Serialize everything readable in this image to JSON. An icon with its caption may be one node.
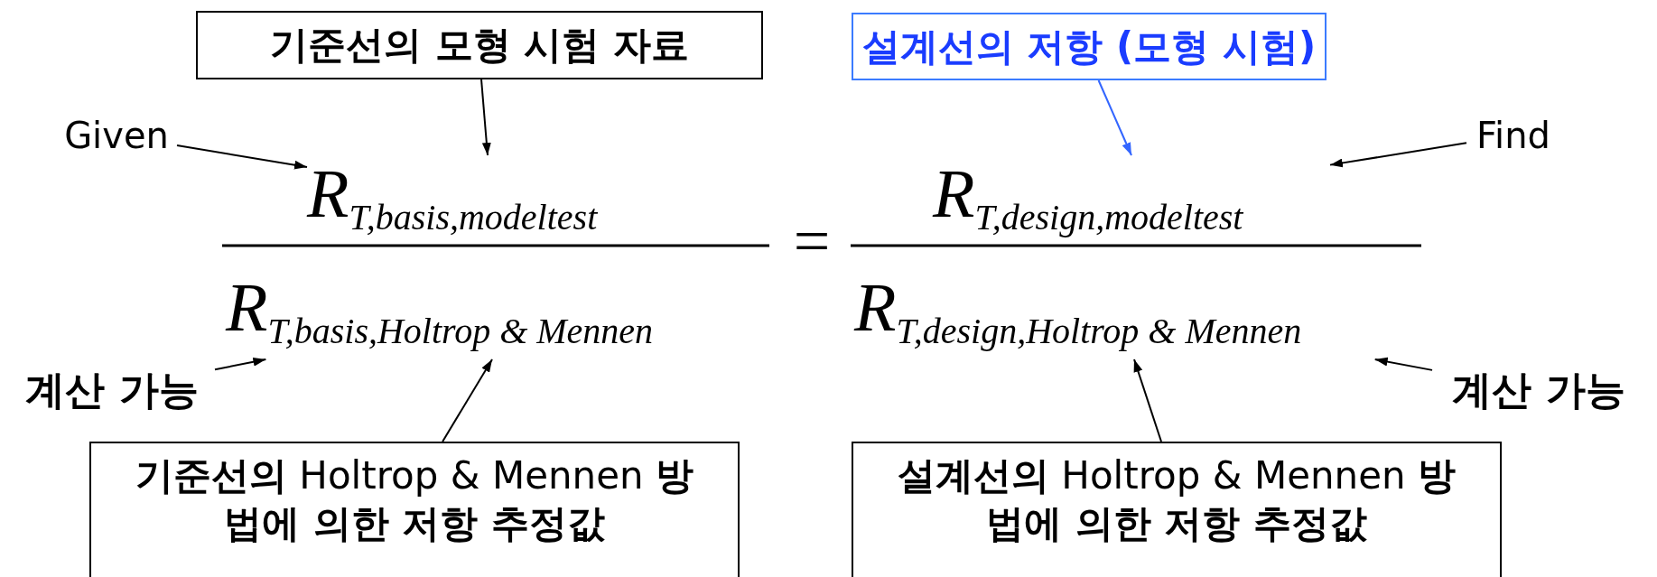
{
  "diagram": {
    "nodes": [
      {
        "text": [
          "기준선의 모형 시험 자료"
        ]
      },
      {
        "text": [
          "설계선의 저항 (모형 시험)"
        ]
      },
      {
        "text": [
          "R$_{T,basis,modeltest}$"
        ]
      },
      {
        "text": [
          "R$_{T,design,modeltest}$"
        ]
      },
      {
        "text": [
          "R$_{T,basis,Holtrop & Mennen}$"
        ]
      },
      {
        "text": [
          "R$_{T,design,Holtrop & Mennen}$"
        ]
      },
      {
        "text": [
          "Given"
        ]
      },
      {
        "text": [
          "Find"
        ]
      },
      {
        "text": [
          "계산 가능"
        ]
      },
      {
        "text": [
          "계산 가능"
        ]
      },
      {
        "text": [
          "**기준선의** Holtrop & Mennen **방법에 의한 저항 추정값**"
        ]
      },
      {
        "text": [
          "**설계선의** Holtrop & Mennen **방법에 의한 저항 추정값**"
        ]
      }
    ],
    "edges": [
      {
        "from": 0,
        "to": 2,
        "arrow": "to"
      },
      {
        "from": 1,
        "to": 3,
        "arrow": "to",
        "color": "#3366ff"
      },
      {
        "from": 6,
        "to": 2,
        "arrow": "to"
      },
      {
        "from": 7,
        "to": 3,
        "arrow": "to"
      },
      {
        "from": 8,
        "to": 4,
        "arrow": "to"
      },
      {
        "from": 9,
        "to": 5,
        "arrow": "to"
      },
      {
        "from": 10,
        "to": 4,
        "arrow": "to"
      },
      {
        "from": 11,
        "to": 5,
        "arrow": "to"
      }
    ],
    "labels": [
      "="
    ]
  }
}
